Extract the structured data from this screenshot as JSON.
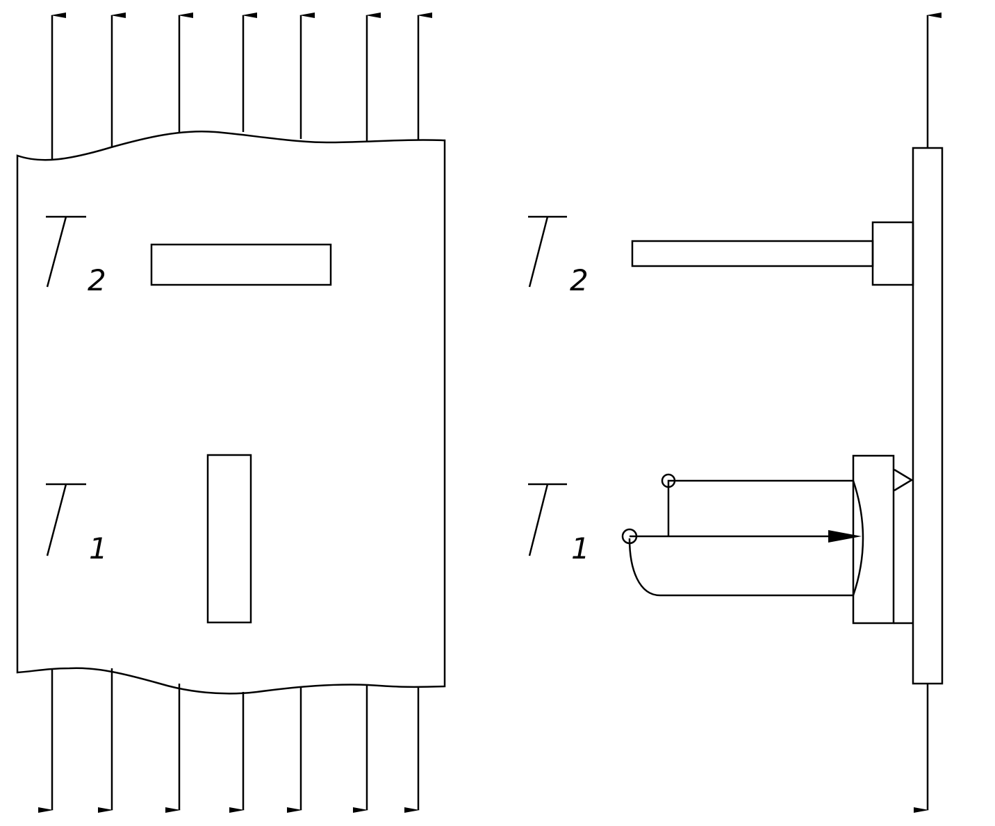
{
  "labels": {
    "left_top_sub": "2",
    "left_bottom_sub": "1",
    "right_top_sub": "2",
    "right_bottom_sub": "1"
  },
  "colors": {
    "line": "#000000",
    "background": "#ffffff"
  }
}
